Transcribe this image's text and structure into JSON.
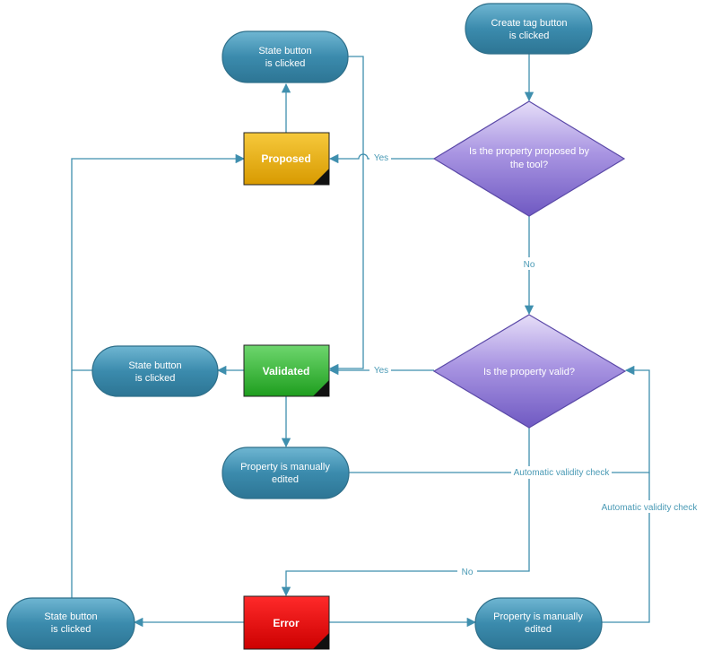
{
  "colors": {
    "connector": "#3f8fae",
    "terminator_fill": "#3a86a8",
    "decision_fill": "#8d79d4",
    "proposed": "#e6a800",
    "validated": "#2fb52f",
    "error": "#e00000"
  },
  "nodes": {
    "create_tag": [
      "Create tag button",
      "is clicked"
    ],
    "state_top": [
      "State button",
      "is clicked"
    ],
    "state_mid": [
      "State button",
      "is clicked"
    ],
    "state_bottom": [
      "State button",
      "is clicked"
    ],
    "edited_mid": [
      "Property is manually",
      "edited"
    ],
    "edited_bottom": [
      "Property is manually",
      "edited"
    ],
    "decision_proposed": [
      "Is the property proposed by",
      "the tool?"
    ],
    "decision_valid": [
      "Is the property valid?"
    ],
    "proposed": "Proposed",
    "validated": "Validated",
    "error": "Error"
  },
  "edges": {
    "yes_proposed": "Yes",
    "no_to_valid": "No",
    "yes_validated": "Yes",
    "no_to_error": "No",
    "auto_check_mid": "Automatic validity check",
    "auto_check_bottom": "Automatic validity check"
  }
}
